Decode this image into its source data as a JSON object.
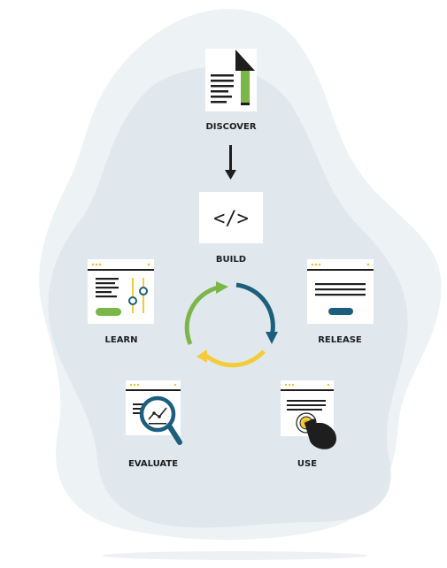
{
  "steps": {
    "discover": "DISCOVER",
    "build": "BUILD",
    "learn": "LEARN",
    "release": "RELEASE",
    "evaluate": "EVALUATE",
    "use": "USE"
  },
  "colors": {
    "blob_back": "#edf2f4",
    "blob_front": "#dfe7ec",
    "card": "#ffffff",
    "ink": "#1e1e1e",
    "green": "#7ab648",
    "blue": "#1c5e7e",
    "yellow": "#f3cc3c",
    "window_dots": "#f3c13a"
  },
  "icons": {
    "discover": "document-with-pencil-icon",
    "build": "code-brackets-icon",
    "learn": "settings-sliders-window-icon",
    "release": "release-window-icon",
    "evaluate": "magnifier-chart-window-icon",
    "use": "hand-tap-window-icon",
    "cycle": "cycle-arrows-icon",
    "flow": "arrow-down-icon"
  }
}
